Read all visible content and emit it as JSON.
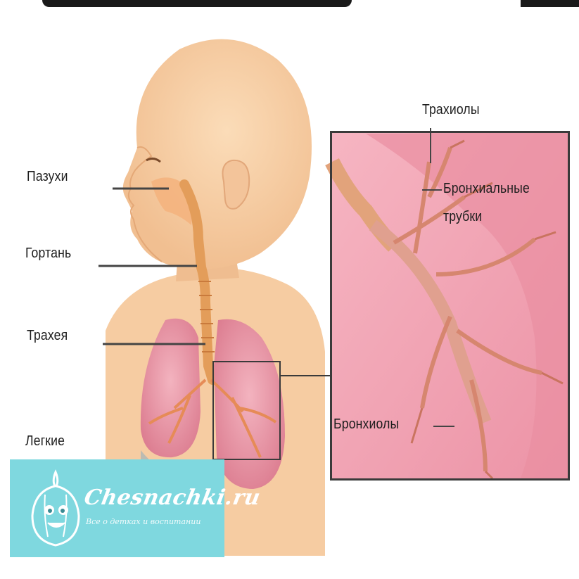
{
  "labels": {
    "sinuses": "Пазухи",
    "larynx": "Гортань",
    "trachea": "Трахея",
    "lungs": "Легкие",
    "tracheoles": "Трахиолы",
    "bronchial_tubes_line1": "Бронхиальные",
    "bronchial_tubes_line2": "трубки",
    "bronchioles": "Бронхиолы"
  },
  "watermark": {
    "title": "Chesnachki.ru",
    "subtitle": "Все о детках и воспитании"
  },
  "colors": {
    "skin": "#f7cfa5",
    "skin_shadow": "#e9b68c",
    "lung": "#e58a9a",
    "lung_light": "#f3b3bf",
    "airway": "#e39d5a",
    "inset_bg": "#f0a3b3",
    "logo_bg": "#7fd8df"
  },
  "icons": {
    "watermark_logo": "garlic-mascot-icon"
  }
}
